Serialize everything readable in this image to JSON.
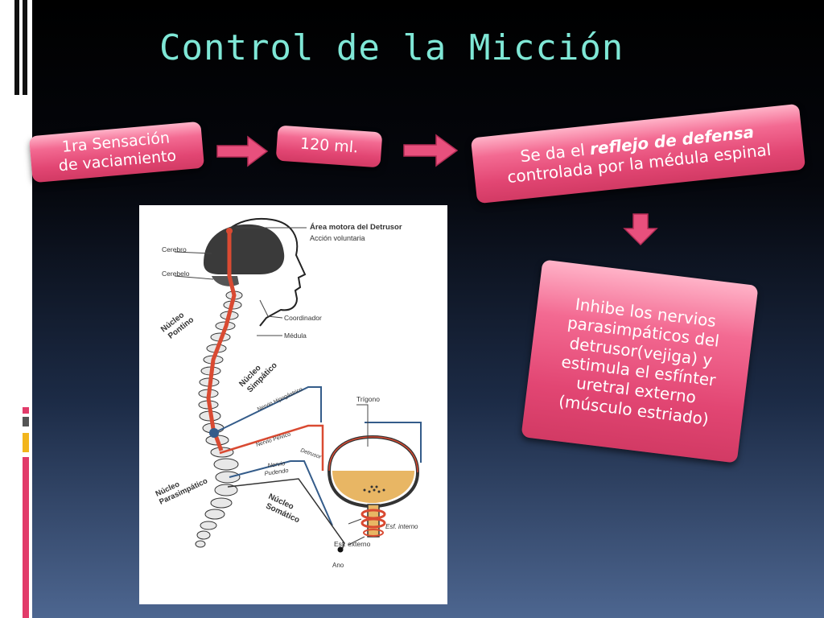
{
  "slide": {
    "title": "Control de la Micción",
    "colors": {
      "title": "#7fe7d6",
      "box_fill": "#e24673",
      "arrow_fill": "#e8507d",
      "nerve_red": "#d94a32",
      "nerve_blue": "#345c8a",
      "urine": "#e8b664"
    }
  },
  "flow": {
    "box1": {
      "line1": "1ra Sensación",
      "line2": "de vaciamiento"
    },
    "box2": {
      "text": "120 ml."
    },
    "box3": {
      "line1_pre": "Se da el ",
      "line1_em": "reflejo de defensa",
      "line2": "controlada por la médula espinal"
    },
    "box4": {
      "lines": [
        "Inhibe los nervios",
        "parasimpáticos del",
        "detrusor(vejiga) y",
        "estimula el esfínter",
        "uretral externo",
        "(músculo estriado)"
      ]
    }
  },
  "figure": {
    "labels": {
      "area_motora": "Área motora del Detrusor",
      "accion": "Acción voluntaria",
      "cerebro": "Cerebro",
      "cerebelo": "Cerebelo",
      "nucleo_pontino_1": "Núcleo",
      "nucleo_pontino_2": "Pontino",
      "coordinador": "Coordinador",
      "medula": "Médula",
      "nucleo_simpatico_1": "Núcleo",
      "nucleo_simpatico_2": "Simpático",
      "nervio_hipogastrico": "Nervio Hipogástrico",
      "trigono": "Trígono",
      "nervio_pelvico": "Nervio Pélvico",
      "detrusor": "Detrusor",
      "nervio_pudendo_1": "Nervio",
      "nervio_pudendo_2": "Pudendo",
      "nucleo_parasimpatico_1": "Núcleo",
      "nucleo_parasimpatico_2": "Parasimpático",
      "nucleo_somatico_1": "Núcleo",
      "nucleo_somatico_2": "Somático",
      "esf_interno": "Esf. interno",
      "esf_externo": "Esf. externo",
      "ano": "Ano"
    }
  }
}
